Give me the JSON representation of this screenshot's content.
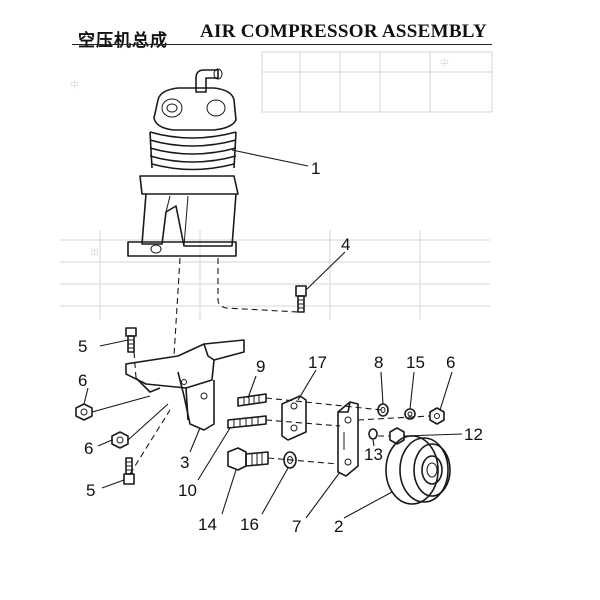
{
  "header": {
    "title_cn": "空压机总成",
    "title_en": "AIR COMPRESSOR ASSEMBLY"
  },
  "callouts": [
    {
      "label": "1"
    },
    {
      "label": "4"
    },
    {
      "label": "5"
    },
    {
      "label": "6"
    },
    {
      "label": "6"
    },
    {
      "label": "5"
    },
    {
      "label": "3"
    },
    {
      "label": "9"
    },
    {
      "label": "17"
    },
    {
      "label": "8"
    },
    {
      "label": "15"
    },
    {
      "label": "6"
    },
    {
      "label": "12"
    },
    {
      "label": "13"
    },
    {
      "label": "10"
    },
    {
      "label": "14"
    },
    {
      "label": "16"
    },
    {
      "label": "7"
    },
    {
      "label": "2"
    }
  ]
}
